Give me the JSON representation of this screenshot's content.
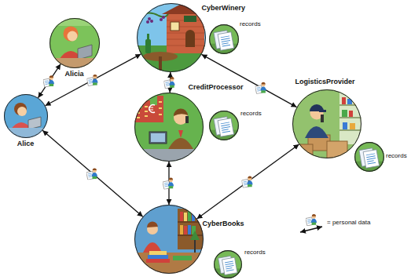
{
  "diagram": {
    "nodes": [
      {
        "text": [
          "CyberWinery"
        ]
      },
      {
        "text": [
          "records"
        ]
      },
      {
        "text": [
          "Alicia"
        ]
      },
      {
        "text": [
          "Alice"
        ]
      },
      {
        "text": [
          "CreditProcessor"
        ]
      },
      {
        "text": [
          "records"
        ]
      },
      {
        "text": [
          "LogisticsProvider"
        ]
      },
      {
        "text": [
          "records"
        ]
      },
      {
        "text": [
          "CyberBooks"
        ]
      },
      {
        "text": [
          "records"
        ]
      }
    ],
    "edges": [
      {
        "from": 2,
        "to": 3,
        "arrow": "both"
      },
      {
        "from": 3,
        "to": 0,
        "arrow": "both"
      },
      {
        "from": 0,
        "to": 4,
        "arrow": "both"
      },
      {
        "from": 0,
        "to": 6,
        "arrow": "both"
      },
      {
        "from": 3,
        "to": 8,
        "arrow": "both"
      },
      {
        "from": 4,
        "to": 8,
        "arrow": "both"
      },
      {
        "from": 8,
        "to": 6,
        "arrow": "both"
      }
    ],
    "legend": [
      {
        "text": "= personal data"
      }
    ]
  }
}
